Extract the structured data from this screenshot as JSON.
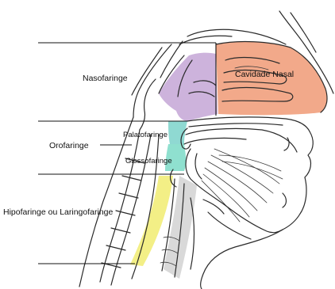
{
  "labels": {
    "nasofaringe": "Nasofaringe",
    "cavidade_nasal": "Cavidade Nasal",
    "palatofaringe": "Palatofaringe",
    "orofaringe": "Orofaringe",
    "glossofaringe": "Glossofaringe",
    "hipofaringe": "Hipofaringe ou Laringofaringe"
  },
  "region_colors": {
    "cavidade_nasal": "#f2a98a",
    "nasofaringe": "#cdb3dc",
    "palatofaringe": "#8fd9d2",
    "glossofaringe": "#8fe0cf",
    "hipofaringe": "#f3ef86",
    "cervical": "#d9d9d9"
  }
}
